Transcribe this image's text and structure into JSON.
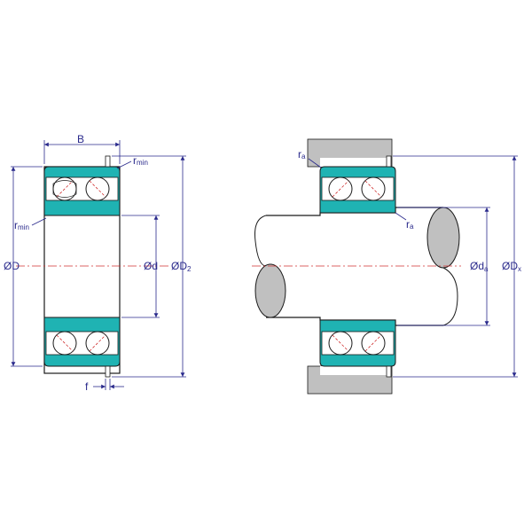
{
  "labels": {
    "B": "B",
    "r_min_top": {
      "main": "r",
      "sub": "min"
    },
    "r_min_left": {
      "main": "r",
      "sub": "min"
    },
    "OD": "ØD",
    "Od": "Ød",
    "OD2": {
      "main": "ØD",
      "sub": "2"
    },
    "f": "f",
    "r_a_top": {
      "main": "r",
      "sub": "a"
    },
    "r_a_mid": {
      "main": "r",
      "sub": "a"
    },
    "Oda": {
      "main": "Ød",
      "sub": "a"
    },
    "ODx": {
      "main": "ØD",
      "sub": "x"
    }
  },
  "colors": {
    "ring_fill": "#1fb3b3",
    "housing_fill": "#c0c0c0",
    "dimension_line": "#2a2a8c",
    "outline": "#1a1a1a",
    "center_line": "#d03030",
    "ball_hatch": "#d03030"
  }
}
